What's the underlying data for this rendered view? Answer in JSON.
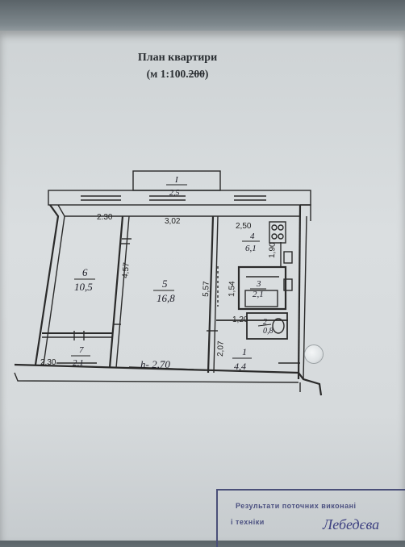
{
  "header": {
    "title": "План квартири",
    "scale_prefix": "(м 1:100.",
    "scale_struck": "200",
    "scale_suffix": ")"
  },
  "rooms": [
    {
      "num": "I",
      "area": "2,5"
    },
    {
      "num": "6",
      "area": "10,5"
    },
    {
      "num": "5",
      "area": "16,8"
    },
    {
      "num": "4",
      "area": "6,1"
    },
    {
      "num": "3",
      "area": "2,1"
    },
    {
      "num": "2",
      "area": "0,8"
    },
    {
      "num": "1",
      "area": "4,4"
    },
    {
      "num": "7",
      "area": "2,1"
    }
  ],
  "dimensions": {
    "d230_top": "2.30",
    "d302": "3,02",
    "d250": "2,50",
    "d457": "4,57",
    "d557": "5,57",
    "d154": "1,54",
    "d120": "1,20",
    "d207": "2,07",
    "d190": "1,90",
    "d230_bottom": "2.30",
    "height": "h- 2,70"
  },
  "stamp": {
    "line1": "Результати поточних виконані",
    "line2": "і техніки",
    "signature": "Лебедєва"
  }
}
